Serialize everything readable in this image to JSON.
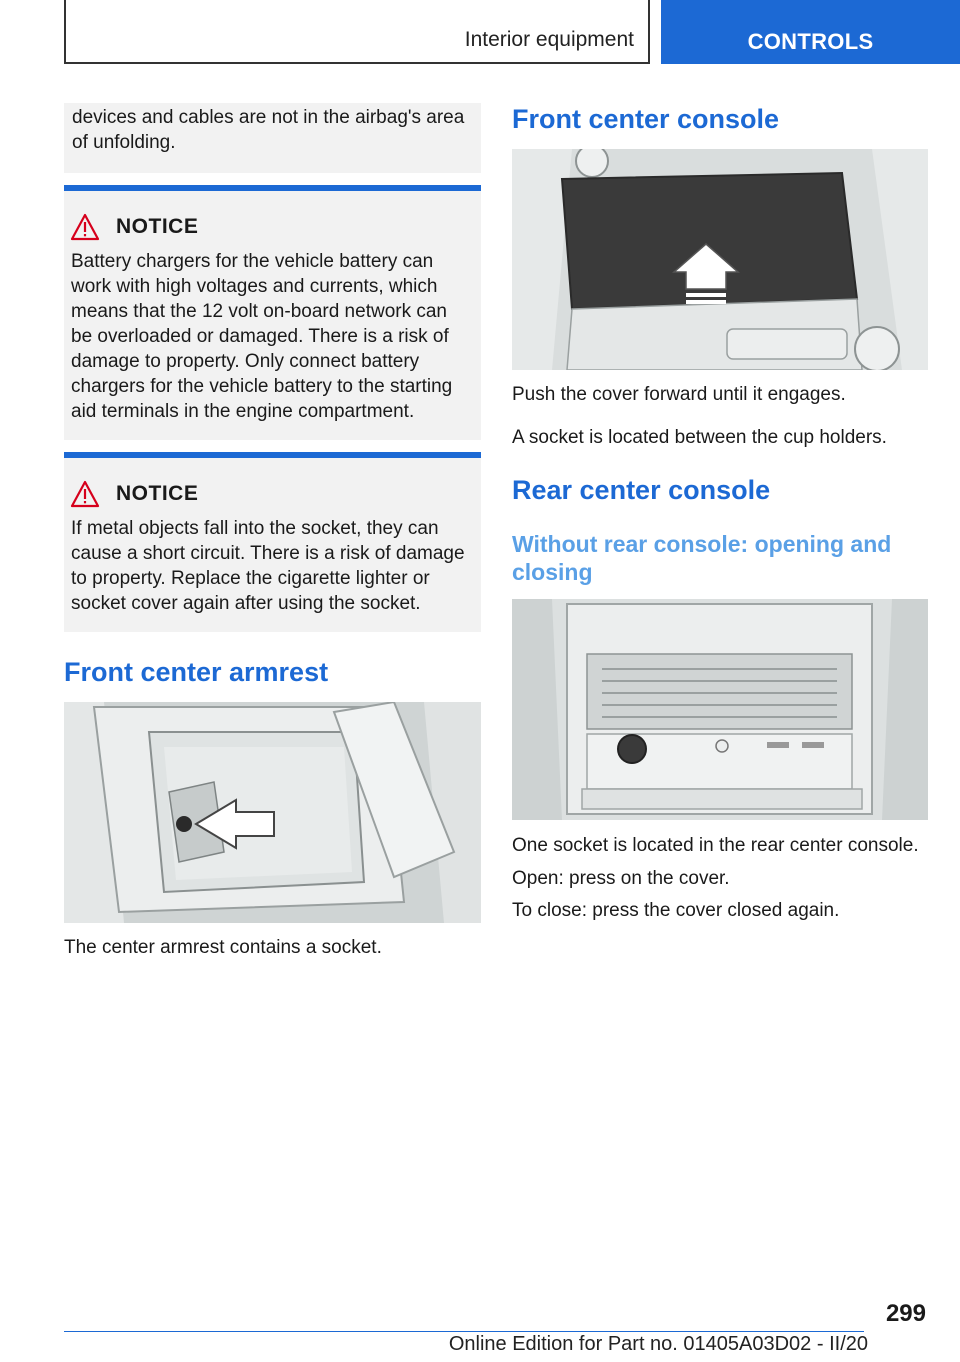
{
  "header": {
    "section_title": "Interior equipment",
    "chapter_title": "CONTROLS"
  },
  "left": {
    "continued_text": "devices and cables are not in the airbag's area of unfolding.",
    "notice1": {
      "label": "NOTICE",
      "text": "Battery chargers for the vehicle battery can work with high voltages and currents, which means that the 12 volt on-board network can be overloaded or damaged. There is a risk of damage to property. Only connect battery chargers for the vehicle battery to the starting aid terminals in the engine compartment."
    },
    "notice2": {
      "label": "NOTICE",
      "text": "If metal objects fall into the socket, they can cause a short circuit. There is a risk of damage to property. Replace the cigarette lighter or socket cover again after using the socket."
    },
    "armrest_heading": "Front center armrest",
    "armrest_caption": "The center armrest contains a socket."
  },
  "right": {
    "front_console_heading": "Front center console",
    "front_console_p1": "Push the cover forward until it engages.",
    "front_console_p2": "A socket is located between the cup holders.",
    "rear_console_heading": "Rear center console",
    "rear_console_subheading": "Without rear console: opening and closing",
    "rear_p1": "One socket is located in the rear center console.",
    "rear_p2": "Open: press on the cover.",
    "rear_p3": "To close: press the cover closed again."
  },
  "footer": {
    "page_number": "299",
    "edition": "Online Edition for Part no. 01405A03D02 - II/20"
  },
  "colors": {
    "accent": "#1c69d4",
    "subheading": "#5aa0e6",
    "box_bg": "#f2f2f2"
  }
}
